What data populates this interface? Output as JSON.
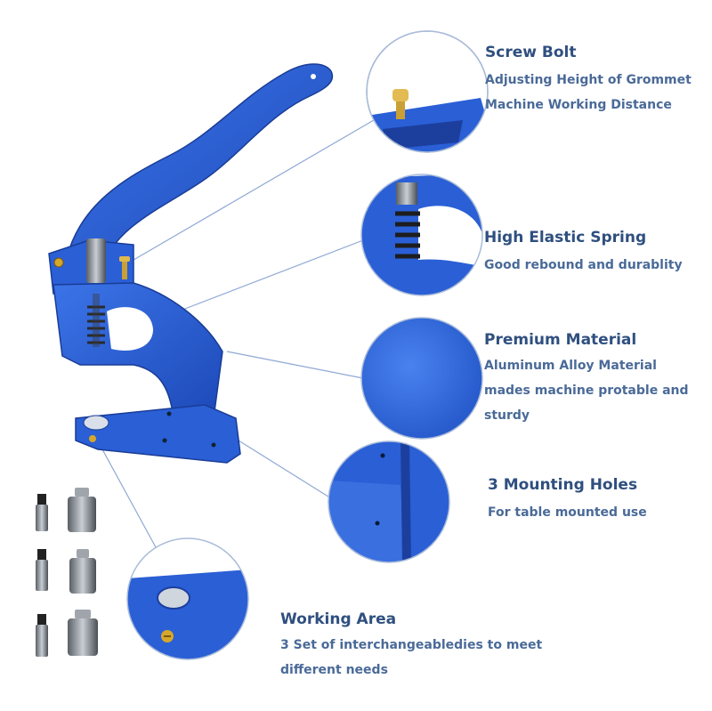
{
  "features": {
    "screw_bolt": {
      "title": "Screw Bolt",
      "lines": [
        "Adjusting Height of Grommet",
        "Machine Working Distance"
      ]
    },
    "spring": {
      "title": "High Elastic Spring",
      "lines": [
        "Good rebound and durablity"
      ]
    },
    "material": {
      "title": "Premium Material",
      "lines": [
        "Aluminum Alloy Material",
        "mades machine protable and",
        "sturdy"
      ]
    },
    "mounting_holes": {
      "title": "3 Mounting Holes",
      "lines": [
        "For table mounted use"
      ]
    },
    "working_area": {
      "title": "Working Area",
      "lines": [
        "3 Set of interchangeabledies to meet",
        "different needs"
      ]
    }
  },
  "colors": {
    "machine_blue": "#2a5fd6",
    "machine_dark": "#1c3f9e",
    "text_blue": "#2f4f7f",
    "callout_line": "#7a9ac8",
    "die_steel": "#8a8f96"
  },
  "icons": {
    "press": "grommet-press-machine",
    "dies": "die-set-icon"
  }
}
